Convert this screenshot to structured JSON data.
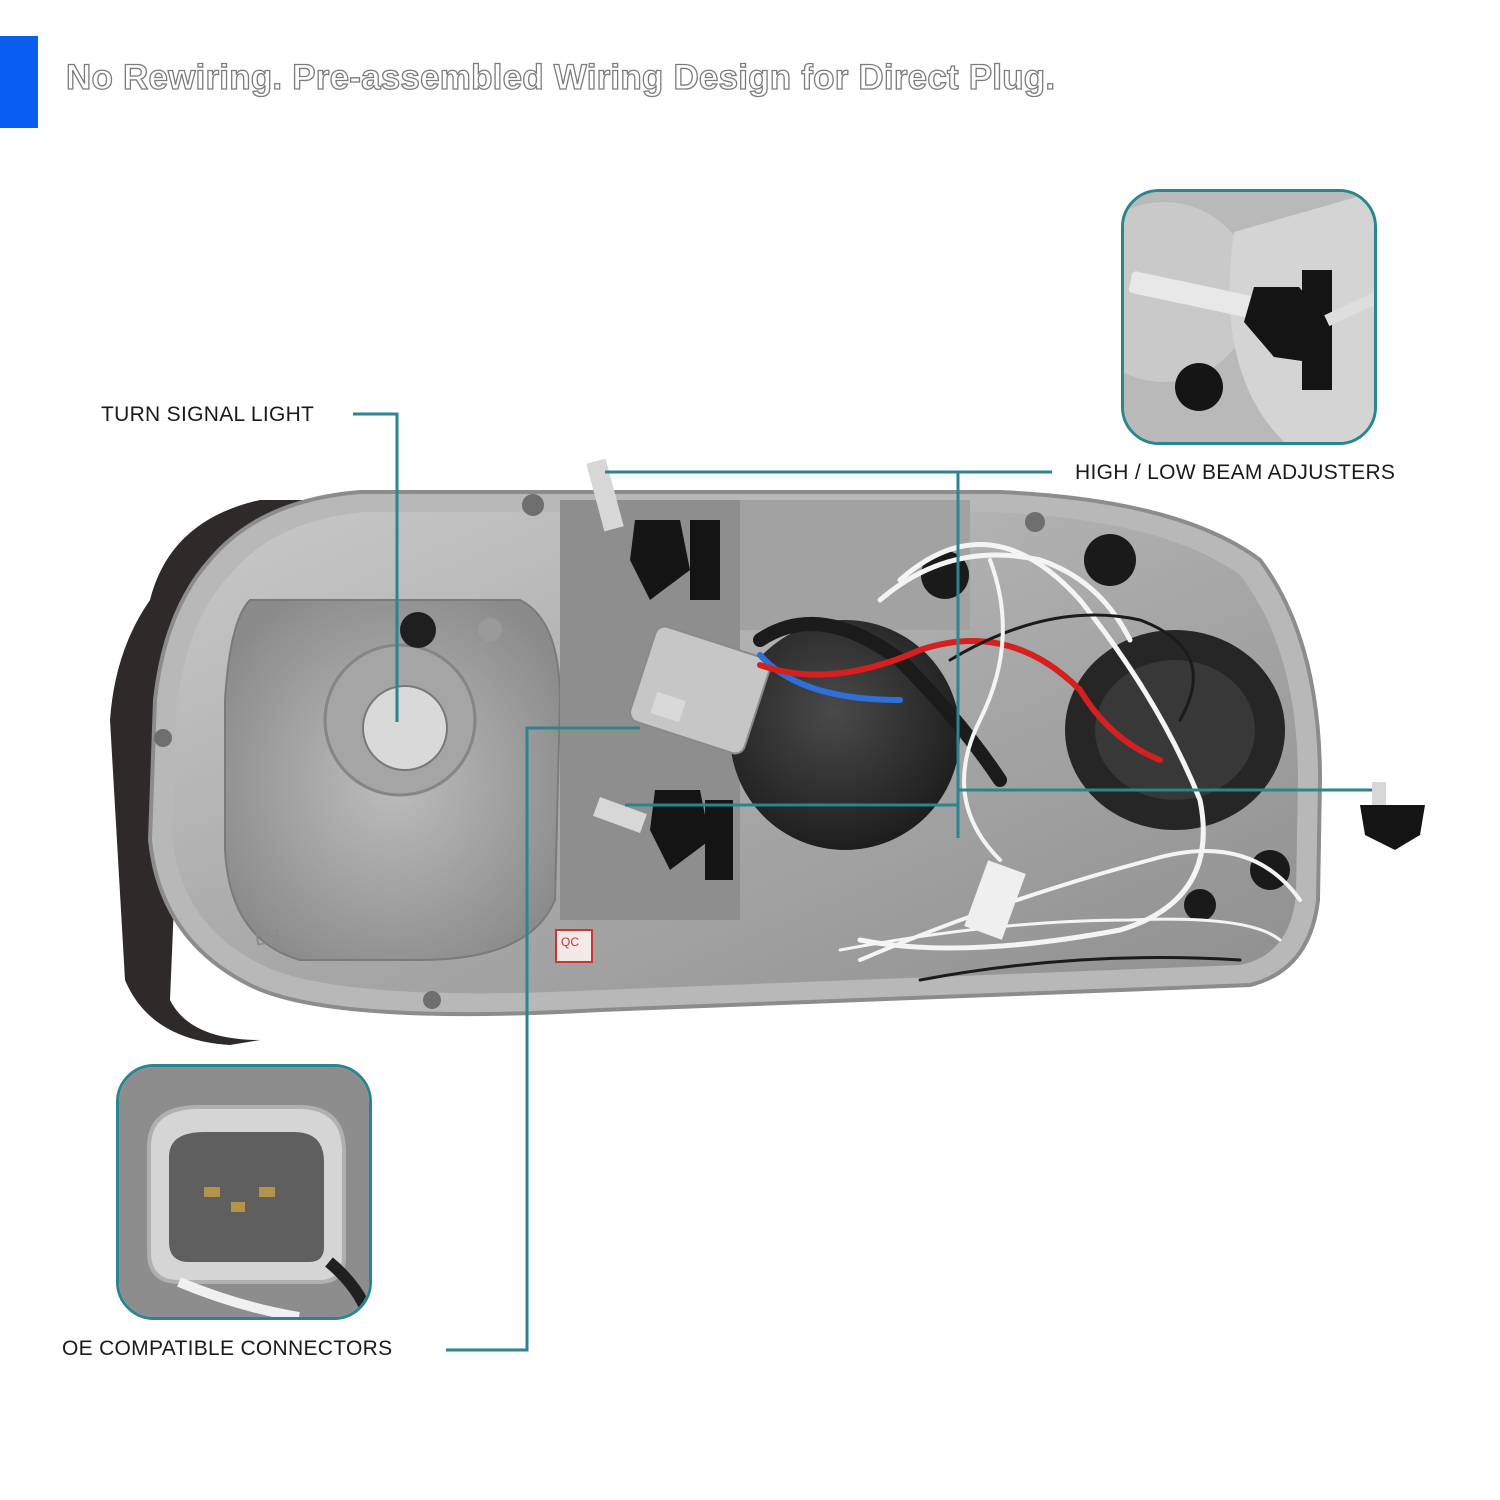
{
  "header": {
    "title": "No Rewiring. Pre-assembled Wiring Design for Direct Plug.",
    "accent_color": "#0a5ff0"
  },
  "callouts": {
    "turn_signal": "TURN SIGNAL LIGHT",
    "beam_adjusters": "HIGH / LOW BEAM ADJUSTERS",
    "oe_connectors": "OE COMPATIBLE CONNECTORS",
    "line_color": "#2a8590"
  },
  "product": {
    "housing_marks": {
      "side_mark": "LH",
      "qc_sticker": "QC"
    }
  },
  "insets": {
    "adjuster_icon": "beam-adjuster-closeup-icon",
    "connector_icon": "connector-plug-closeup-icon",
    "border_color": "#2a8590"
  }
}
